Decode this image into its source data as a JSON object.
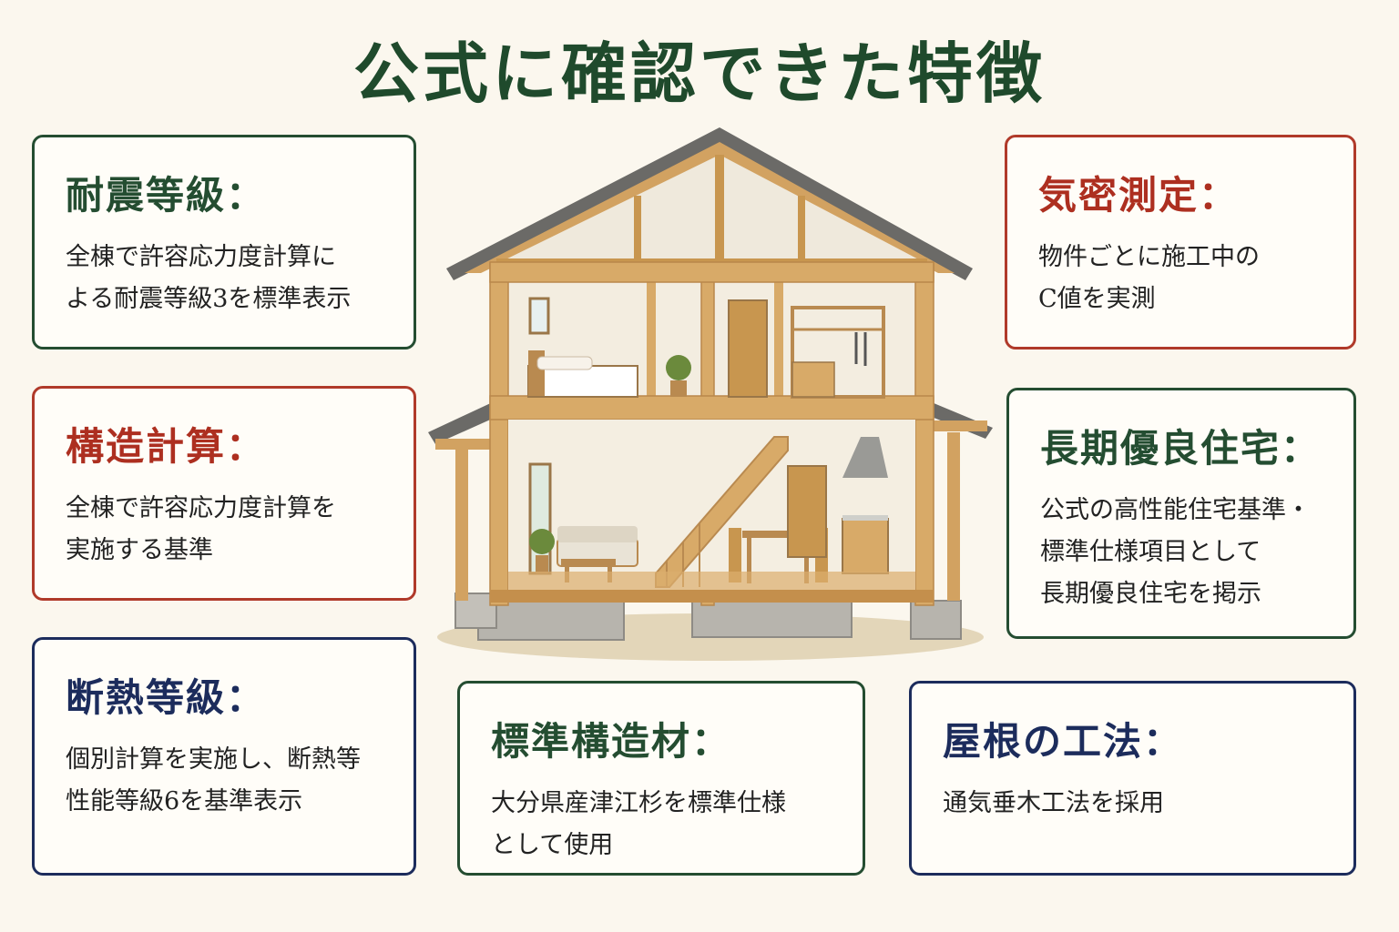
{
  "title": "公式に確認できた特徴",
  "cards": [
    {
      "title": "耐震等級：",
      "lines": [
        "全棟で許容応力度計算に",
        "よる耐震等級3を標準表示"
      ]
    },
    {
      "title": "構造計算：",
      "lines": [
        "全棟で許容応力度計算を",
        "実施する基準"
      ]
    },
    {
      "title": "断熱等級：",
      "lines": [
        "個別計算を実施し、断熱等",
        "性能等級6を基準表示"
      ]
    },
    {
      "title": "気密測定：",
      "lines": [
        "物件ごとに施工中の",
        "C値を実測"
      ]
    },
    {
      "title": "長期優良住宅：",
      "lines": [
        "公式の高性能住宅基準・",
        "標準仕様項目として",
        "長期優良住宅を掲示"
      ]
    },
    {
      "title": "標準構造材：",
      "lines": [
        "大分県産津江杉を標準仕様",
        "として使用"
      ]
    },
    {
      "title": "屋根の工法：",
      "lines": [
        "通気垂木工法を採用"
      ]
    }
  ],
  "colors": {
    "background": "#fbf7ee",
    "green": "#244d31",
    "red": "#b03a2a",
    "navy": "#1c2c5c",
    "wood": "#d8aa68"
  },
  "icons": [
    "house-cutaway-illustration"
  ]
}
